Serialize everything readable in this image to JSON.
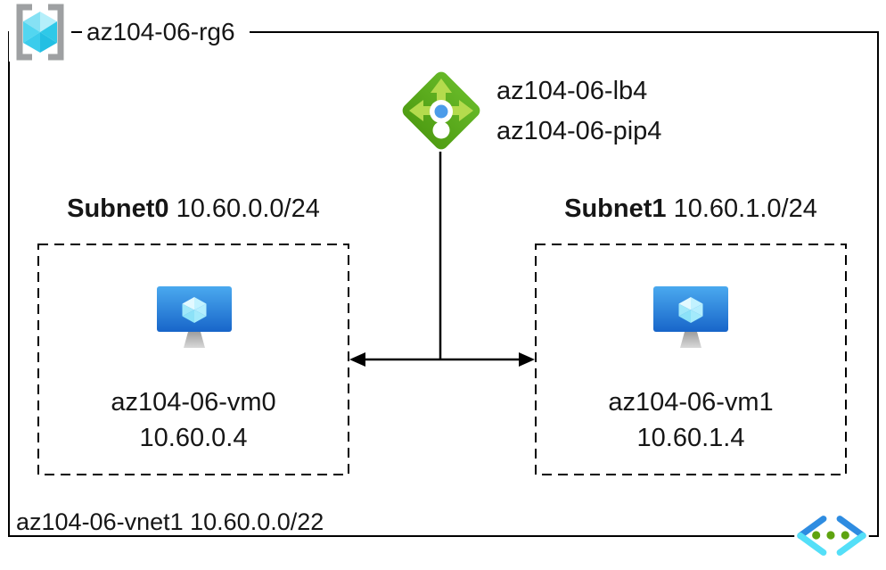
{
  "diagram": {
    "resource_group": {
      "label": "az104-06-rg6"
    },
    "load_balancer": {
      "name": "az104-06-lb4",
      "public_ip": "az104-06-pip4"
    },
    "virtual_network": {
      "label": "az104-06-vnet1 10.60.0.0/22"
    },
    "subnets": [
      {
        "name": "Subnet0",
        "cidr": "10.60.0.0/24",
        "vm_name": "az104-06-vm0",
        "vm_ip": "10.60.0.4"
      },
      {
        "name": "Subnet1",
        "cidr": "10.60.1.0/24",
        "vm_name": "az104-06-vm1",
        "vm_ip": "10.60.1.4"
      }
    ],
    "icons": {
      "resource_group_icon": "gray-brackets-with-cyan-cube",
      "load_balancer_icon": "green-diamond-with-arrows-and-blue-dot",
      "vm_icon": "blue-monitor-with-cyan-cube",
      "vnet_icon": "blue-angle-brackets-with-green-dots"
    },
    "colors": {
      "line": "#000000",
      "text": "#161616",
      "lb_green_dark": "#55A717",
      "lb_green_light": "#B4DB4D",
      "lb_dot_blue": "#4C9CE9",
      "vm_screen_top": "#4AA9EF",
      "vm_screen_bottom": "#1865C9",
      "cube_cyan": "#50E6FF",
      "bracket_gray": "#9EA0A2",
      "vnet_arm_blue": "#2E8CE1",
      "vnet_arm_cyan": "#54DFF8",
      "vnet_dot_green": "#5EA30F"
    }
  }
}
